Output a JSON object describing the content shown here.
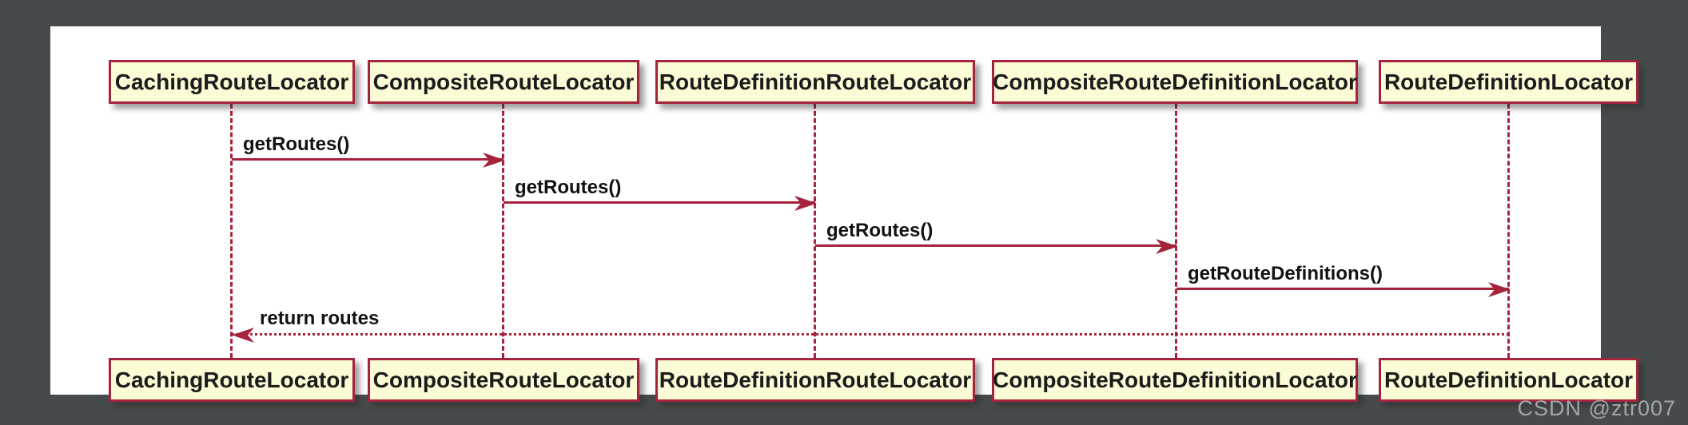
{
  "diagram": {
    "type": "uml-sequence",
    "participants": [
      {
        "name": "CachingRouteLocator"
      },
      {
        "name": "CompositeRouteLocator"
      },
      {
        "name": "RouteDefinitionRouteLocator"
      },
      {
        "name": "CompositeRouteDefinitionLocator"
      },
      {
        "name": "RouteDefinitionLocator"
      }
    ],
    "messages": [
      {
        "label": "getRoutes()",
        "from": "CachingRouteLocator",
        "to": "CompositeRouteLocator",
        "style": "solid-arrow"
      },
      {
        "label": "getRoutes()",
        "from": "CompositeRouteLocator",
        "to": "RouteDefinitionRouteLocator",
        "style": "solid-arrow"
      },
      {
        "label": "getRoutes()",
        "from": "RouteDefinitionRouteLocator",
        "to": "CompositeRouteDefinitionLocator",
        "style": "solid-arrow"
      },
      {
        "label": "getRouteDefinitions()",
        "from": "CompositeRouteDefinitionLocator",
        "to": "RouteDefinitionLocator",
        "style": "solid-arrow"
      },
      {
        "label": "return routes",
        "from": "RouteDefinitionLocator",
        "to": "CachingRouteLocator",
        "style": "dotted-return-arrow"
      }
    ],
    "colors": {
      "background": "#474a4c",
      "panel": "#ffffff",
      "box_fill": "#fbfbd6",
      "box_border": "#a5233c",
      "line": "#a5233c",
      "text": "#1c1c1c",
      "watermark": "#a3a6a8"
    }
  },
  "watermark": {
    "text": "CSDN @ztr007"
  }
}
